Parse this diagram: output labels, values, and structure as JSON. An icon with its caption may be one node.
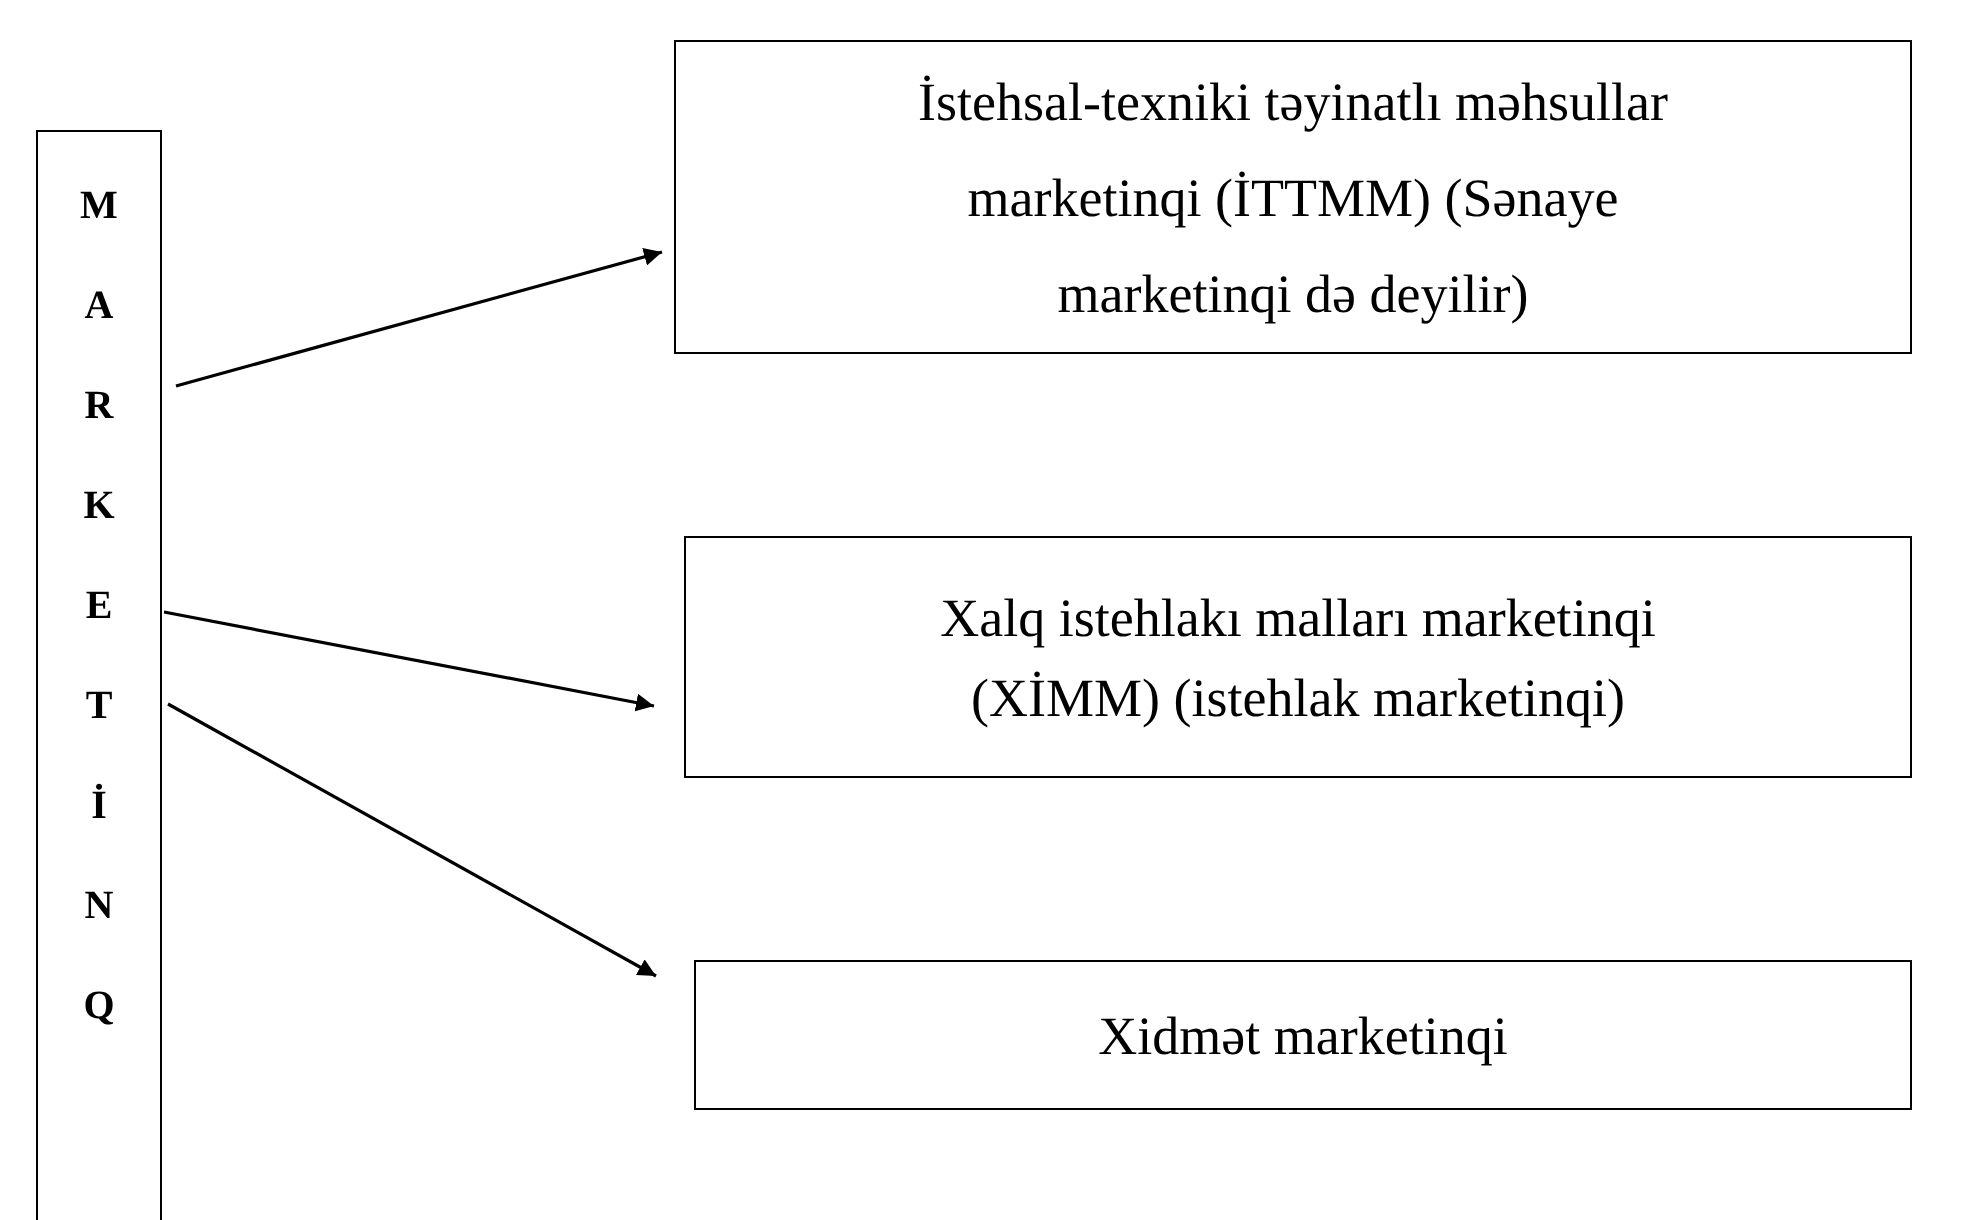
{
  "diagram": {
    "nodes": [
      {
        "text": [
          "MARKETİNQ"
        ]
      },
      {
        "text": [
          "İstehsal-texniki təyinatlı məhsullar marketinqi (İTTMM) (Sənaye marketinqi də deyilir)"
        ]
      },
      {
        "text": [
          "Xalq istehlakı malları marketinqi (XİMM) (istehlak marketinqi)"
        ]
      },
      {
        "text": [
          "Xidmət marketinqi"
        ]
      }
    ],
    "edges": [
      {
        "from": 0,
        "to": 1,
        "arrow": "to"
      },
      {
        "from": 0,
        "to": 2,
        "arrow": "to"
      },
      {
        "from": 0,
        "to": 3,
        "arrow": "to"
      }
    ]
  }
}
